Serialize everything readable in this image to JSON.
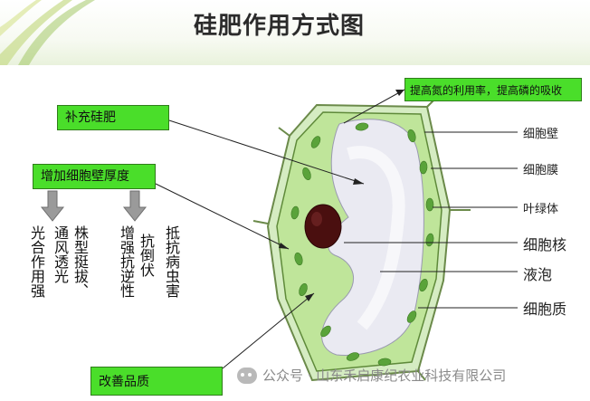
{
  "title": "硅肥作用方式图",
  "boxes": {
    "top": "提高氮的利用率，提高磷的吸收",
    "supplement": "补充硅肥",
    "thicken": "增加细胞壁厚度",
    "quality": "改善品质"
  },
  "cell_labels": {
    "wall": "细胞壁",
    "membrane": "细胞膜",
    "chloroplast": "叶绿体",
    "nucleus": "细胞核",
    "vacuole": "液泡",
    "cytoplasm": "细胞质"
  },
  "effects": {
    "col1": "光合作用强",
    "col2": "通风透光",
    "col3": "株型挺拔、",
    "col4": "增强抗逆性",
    "col5": "抗倒伏",
    "col6": "抵抗病虫害"
  },
  "watermark": "公众号 · 山东禾启康纪农业科技有限公司",
  "colors": {
    "accent_green": "#4ade2a",
    "cytoplasm": "#bfe59a",
    "cell_wall": "#d5ecc2",
    "chloroplast": "#5aa33a",
    "nucleus": "#4a0f0f"
  }
}
